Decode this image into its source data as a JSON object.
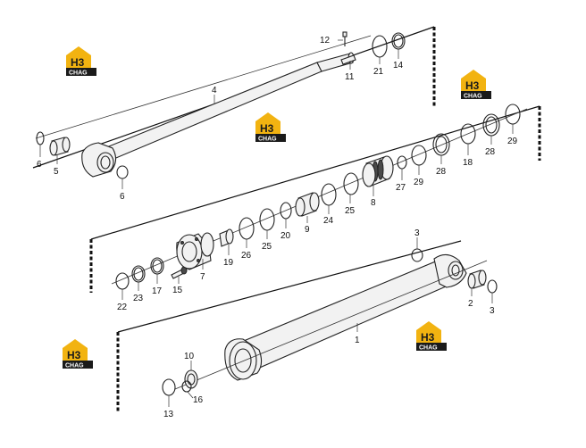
{
  "logo": {
    "letters": "H3",
    "brand": "CHAG"
  },
  "callouts": {
    "c1": "1",
    "c2": "2",
    "c3a": "3",
    "c3b": "3",
    "c4": "4",
    "c5": "5",
    "c6a": "6",
    "c6b": "6",
    "c7": "7",
    "c8": "8",
    "c9": "9",
    "c10": "10",
    "c11": "11",
    "c12": "12",
    "c13": "13",
    "c14": "14",
    "c15": "15",
    "c16": "16",
    "c17": "17",
    "c18": "18",
    "c19": "19",
    "c20": "20",
    "c21": "21",
    "c22": "22",
    "c23": "23",
    "c24": "24",
    "c25": "25",
    "c26": "26",
    "c27": "27",
    "c28a": "28",
    "c28b": "28",
    "c29a": "29",
    "c29b": "29"
  },
  "colors": {
    "logo_yellow": "#f2b311",
    "logo_dark": "#1a1a1a",
    "line": "#222222"
  }
}
